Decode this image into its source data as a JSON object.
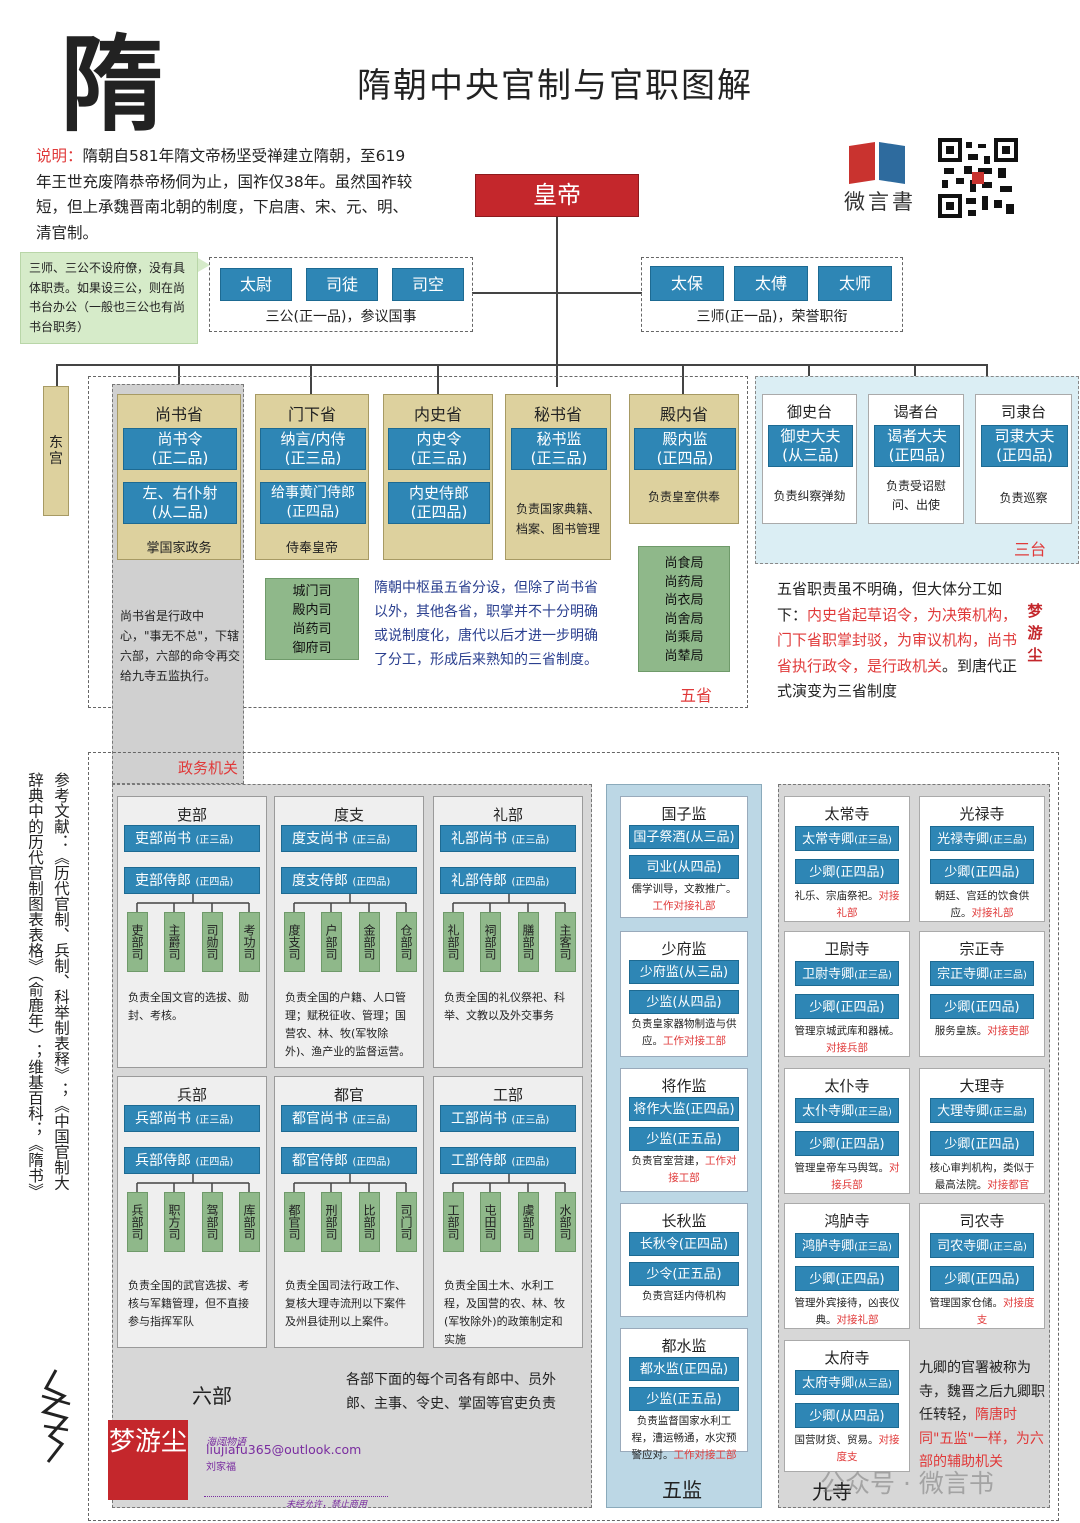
{
  "header": {
    "big_char": "隋",
    "title": "隋朝中央官制与官职图解",
    "brand": "微言書",
    "seal_text": "梦游尘"
  },
  "intro": {
    "label": "说明：",
    "text": "隋朝自581年隋文帝杨坚受禅建立隋朝，至619年王世充废隋恭帝杨侗为止，国祚仅38年。虽然国祚较短，但上承魏晋南北朝的制度，下启唐、宋、元、明、清官制。"
  },
  "note_san": "三师、三公不设府僚，没有具体职责。如果设三公，则在尚书台办公（一般也三公也有尚书台职务）",
  "emperor": "皇帝",
  "sangong": {
    "items": [
      "太尉",
      "司徒",
      "司空"
    ],
    "caption": "三公(正一品)，参议国事"
  },
  "sanshi": {
    "items": [
      "太保",
      "太傅",
      "太师"
    ],
    "caption": "三师(正一品)，荣誉职衔"
  },
  "donggong": "东宫",
  "shangshu": {
    "name": "尚书省",
    "o1": "尚书令",
    "o1r": "(正二品)",
    "o2": "左、右仆射",
    "o2r": "(从二品)",
    "foot": "掌国家政务",
    "note": "尚书省是行政中心，\"事无不总\"，下辖六部，六部的命令再交给九寺五监执行。"
  },
  "menxia": {
    "name": "门下省",
    "o1": "纳言/内侍",
    "o1r": "(正三品)",
    "o2": "给事黄门侍郎",
    "o2r": "(正四品)",
    "foot": "侍奉皇帝",
    "subs": [
      "城门司",
      "殿内司",
      "尚药司",
      "御府司"
    ]
  },
  "neishi": {
    "name": "内史省",
    "o1": "内史令",
    "o1r": "(正三品)",
    "o2": "内史侍郎",
    "o2r": "(正四品)"
  },
  "mishu": {
    "name": "秘书省",
    "o1": "秘书监",
    "o1r": "(正三品)",
    "foot": "负责国家典籍、档案、图书管理"
  },
  "diannei": {
    "name": "殿内省",
    "o1": "殿内监",
    "o1r": "(正四品)",
    "foot": "负责皇室供奉",
    "subs": [
      "尚食局",
      "尚药局",
      "尚衣局",
      "尚舍局",
      "尚乘局",
      "尚辇局"
    ]
  },
  "wusheng_label": "五省",
  "wusheng_note": "隋朝中枢虽五省分设，但除了尚书省以外，其他各省，职掌并不十分明确或说制度化，唐代以后才进一步明确了分工，形成后来熟知的三省制度。",
  "zhengwu_label": "政务机关",
  "santai": [
    {
      "name": "御史台",
      "o": "御史大夫",
      "r": "(从三品)",
      "d": "负责纠察弹劾"
    },
    {
      "name": "谒者台",
      "o": "谒者大夫",
      "r": "(正四品)",
      "d": "负责受诏慰问、出使"
    },
    {
      "name": "司隶台",
      "o": "司隶大夫",
      "r": "(正四品)",
      "d": "负责巡察"
    }
  ],
  "santai_label": "三台",
  "note_right": {
    "a": "五省职责虽不明确，但大体分工如下：",
    "b": "内史省起草诏令，为决策机构，门下省职掌封驳，为审议机构，尚书省执行政令，是行政机关",
    "c": "。到唐代正式演变为三省制度"
  },
  "refs": "参考文献：《历代官制、兵制、科举制表释》；《中国官制大辞典中的历代官制图表表格》（俞鹿年）；维基百科；《隋书》",
  "liubu_label": "六部",
  "liubu_note": "各部下面的每个司各有郎中、员外郎、主事、令史、掌固等官吏负责",
  "liubu": [
    {
      "name": "吏部",
      "o1": "吏部尚书",
      "o2": "吏部侍郎",
      "subs": [
        "吏部司",
        "主爵司",
        "司勋司",
        "考功司"
      ],
      "d": "负责全国文官的选拔、勋封、考核。"
    },
    {
      "name": "度支",
      "o1": "度支尚书",
      "o2": "度支侍郎",
      "subs": [
        "度支司",
        "户部司",
        "金部司",
        "仓部司"
      ],
      "d": "负责全国的户籍、人口管理；赋税征收、管理；国营农、林、牧(军牧除外)、渔产业的监督运营。"
    },
    {
      "name": "礼部",
      "o1": "礼部尚书",
      "o2": "礼部侍郎",
      "subs": [
        "礼部司",
        "祠部司",
        "膳部司",
        "主客司"
      ],
      "d": "负责全国的礼仪祭祀、科举、文教以及外交事务"
    },
    {
      "name": "兵部",
      "o1": "兵部尚书",
      "o2": "兵部侍郎",
      "subs": [
        "兵部司",
        "职方司",
        "驾部司",
        "库部司"
      ],
      "d": "负责全国的武官选拔、考核与军籍管理，但不直接参与指挥军队"
    },
    {
      "name": "都官",
      "o1": "都官尚书",
      "o2": "都官侍郎",
      "subs": [
        "都官司",
        "刑部司",
        "比部司",
        "司门司"
      ],
      "d": "负责全国司法行政工作、复核大理寺流刑以下案件及州县徒刑以上案件。"
    },
    {
      "name": "工部",
      "o1": "工部尚书",
      "o2": "工部侍郎",
      "subs": [
        "工部司",
        "屯田司",
        "虞部司",
        "水部司"
      ],
      "d": "负责全国土木、水利工程，及国营的农、林、牧(军牧除外)的政策制定和实施"
    }
  ],
  "rank_san": "(正三品)",
  "rank_si": "(正四品)",
  "wujian_label": "五监",
  "wujian": [
    {
      "name": "国子监",
      "o1": "国子祭酒(从三品)",
      "o2": "司业(从四品)",
      "d": "儒学训导，文教推广。",
      "dr": "工作对接礼部"
    },
    {
      "name": "少府监",
      "o1": "少府监(从三品)",
      "o2": "少监(从四品)",
      "d": "负责皇家器物制造与供应。",
      "dr": "工作对接工部"
    },
    {
      "name": "将作监",
      "o1": "将作大监(正四品)",
      "o2": "少监(正五品)",
      "d": "负责官室营建，",
      "dr": "工作对接工部"
    },
    {
      "name": "长秋监",
      "o1": "长秋令(正四品)",
      "o2": "少令(正五品)",
      "d": "负责宫廷内侍机构",
      "dr": ""
    },
    {
      "name": "都水监",
      "o1": "都水监(正四品)",
      "o2": "少监(正五品)",
      "d": "负责监督国家水利工程，漕运畅通，水灾预警应对。",
      "dr": "工作对接工部"
    }
  ],
  "jiusi_label": "九寺",
  "jiusi": [
    {
      "name": "太常寺",
      "o1": "太常寺卿",
      "o1r": "(正三品)",
      "o2": "少卿(正四品)",
      "d": "礼乐、宗庙祭祀。",
      "dr": "对接礼部"
    },
    {
      "name": "光禄寺",
      "o1": "光禄寺卿",
      "o1r": "(正三品)",
      "o2": "少卿(正四品)",
      "d": "朝廷、宫廷的饮食供应。",
      "dr": "对接礼部"
    },
    {
      "name": "卫尉寺",
      "o1": "卫尉寺卿",
      "o1r": "(正三品)",
      "o2": "少卿(正四品)",
      "d": "管理京城武库和器械。",
      "dr": "对接兵部"
    },
    {
      "name": "宗正寺",
      "o1": "宗正寺卿",
      "o1r": "(正三品)",
      "o2": "少卿(正四品)",
      "d": "服务皇族。",
      "dr": "对接吏部"
    },
    {
      "name": "太仆寺",
      "o1": "太仆寺卿",
      "o1r": "(正三品)",
      "o2": "少卿(正四品)",
      "d": "管理皇帝车马舆驾。",
      "dr": "对接兵部"
    },
    {
      "name": "大理寺",
      "o1": "大理寺卿",
      "o1r": "(正三品)",
      "o2": "少卿(正四品)",
      "d": "核心审判机构，类似于最高法院。",
      "dr": "对接都官"
    },
    {
      "name": "鸿胪寺",
      "o1": "鸿胪寺卿",
      "o1r": "(正三品)",
      "o2": "少卿(正四品)",
      "d": "管理外宾接待，凶丧仪典。",
      "dr": "对接礼部"
    },
    {
      "name": "司农寺",
      "o1": "司农寺卿",
      "o1r": "(正三品)",
      "o2": "少卿(正四品)",
      "d": "管理国家仓储。",
      "dr": "对接度支"
    },
    {
      "name": "太府寺",
      "o1": "太府寺卿",
      "o1r": "(从三品)",
      "o2": "少卿(从四品)",
      "d": "国营财货、贸易。",
      "dr": "对接度支"
    }
  ],
  "jiusi_note": {
    "a": "九卿的官署被称为寺，魏晋之后九卿职任转轻，",
    "b": "隋唐时同\"五监\"一样，为六部的辅助机关"
  },
  "footer": {
    "studio": "海阔物语",
    "email": "liujiafu365@outlook.com",
    "author": "刘家福",
    "warn": "未经允许，禁止商用",
    "watermark": "公众号 · 微言书"
  }
}
